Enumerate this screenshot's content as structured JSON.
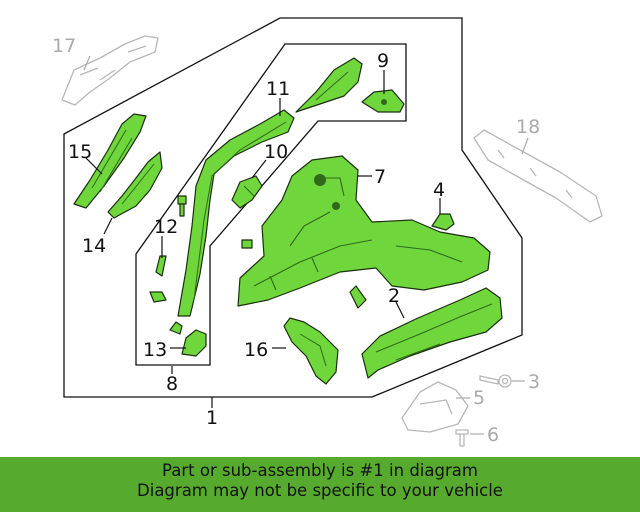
{
  "colors": {
    "part_fill": "#6fd63c",
    "part_detail": "#2f6a1a",
    "ghost": "#b7b7b7",
    "banner_bg": "#56ab2f",
    "text": "#111111",
    "muted_text": "#aaaaaa"
  },
  "callouts": {
    "c1": "1",
    "c2": "2",
    "c3": "3",
    "c4": "4",
    "c5": "5",
    "c6": "6",
    "c7": "7",
    "c8": "8",
    "c9": "9",
    "c10": "10",
    "c11": "11",
    "c12": "12",
    "c13": "13",
    "c14": "14",
    "c15": "15",
    "c16": "16",
    "c17": "17",
    "c18": "18"
  },
  "banner": {
    "line1": "Part or sub-assembly is #1 in diagram",
    "line2": "Diagram may not be specific to your vehicle"
  }
}
